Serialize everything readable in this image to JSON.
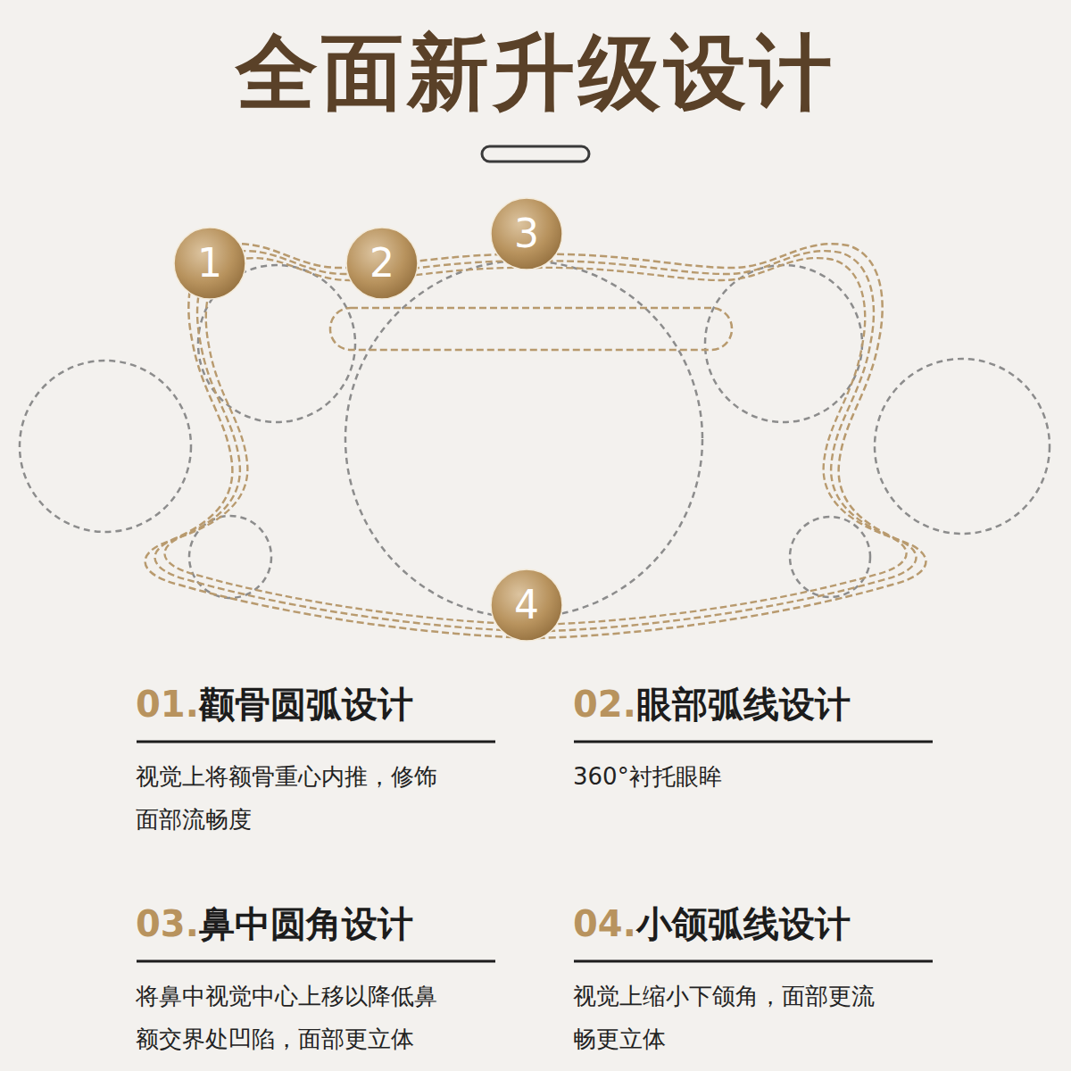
{
  "diagram": {
    "title": "全面新升级设计",
    "nodes": [
      {
        "text": [
          "1"
        ]
      },
      {
        "text": [
          "2"
        ]
      },
      {
        "text": [
          "3"
        ]
      },
      {
        "text": [
          "4"
        ]
      }
    ],
    "labels": [
      "01.",
      "颧骨圆弧设计",
      "视觉上将额骨重心内推，修饰 面部流畅度",
      "02.",
      "眼部弧线设计",
      "360°衬托眼眸",
      "03.",
      "鼻中圆角设计",
      "将鼻中视觉中心上移以降低鼻 额交界处凹陷，面部更立体",
      "04.",
      "小颌弧线设计",
      "视觉上缩小下颌角，面部更流 畅更立体"
    ]
  }
}
